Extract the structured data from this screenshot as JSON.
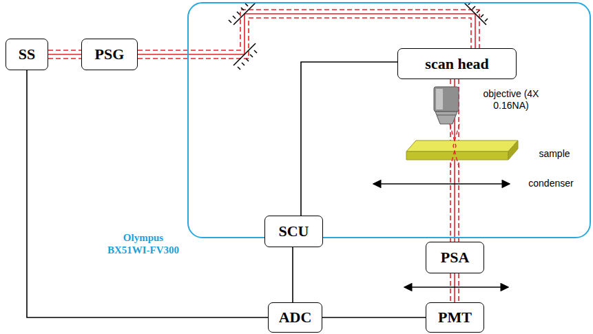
{
  "diagram": {
    "nodes": [
      {
        "text": [
          "Olympus BX51WI-FV300"
        ]
      },
      {
        "text": [
          "SS"
        ]
      },
      {
        "text": [
          "PSG"
        ]
      },
      {
        "text": [
          "scan head"
        ],
        "in": 0
      },
      {
        "text": [
          "SCU"
        ],
        "in": 0
      },
      {
        "text": [
          "PSA"
        ]
      },
      {
        "text": [
          "ADC"
        ]
      },
      {
        "text": [
          "PMT"
        ]
      }
    ],
    "edges": [
      {
        "from": 1,
        "to": 2,
        "arrow": "none"
      },
      {
        "from": 2,
        "to": 3,
        "arrow": "none"
      },
      {
        "from": 3,
        "to": 4,
        "arrow": "none"
      },
      {
        "from": 4,
        "to": 6,
        "arrow": "none"
      },
      {
        "from": 1,
        "to": 6,
        "arrow": "none"
      },
      {
        "from": 7,
        "to": 6,
        "arrow": "none"
      },
      {
        "from": 3,
        "to": 5,
        "arrow": "none"
      },
      {
        "from": 5,
        "to": 7,
        "arrow": "none"
      }
    ],
    "labels": [
      "objective (4X 0.16NA)",
      "sample",
      "condenser"
    ]
  }
}
